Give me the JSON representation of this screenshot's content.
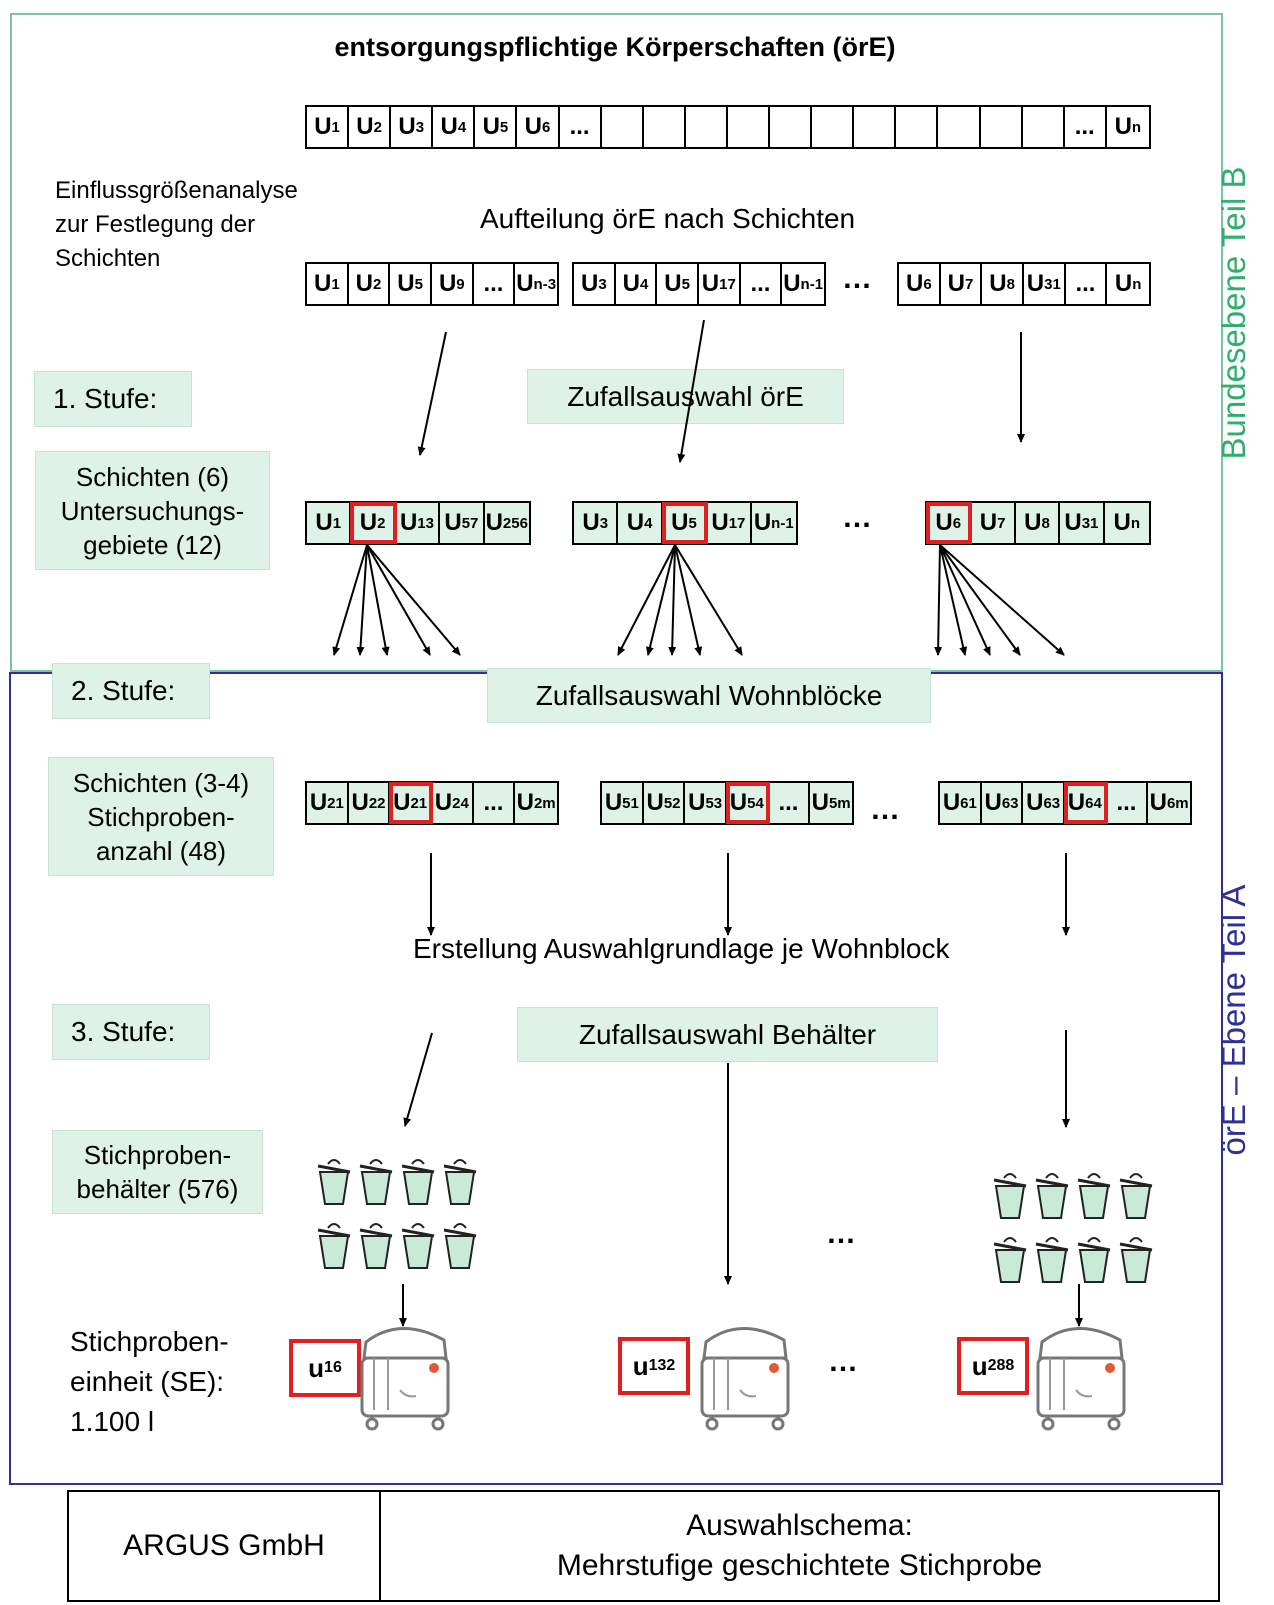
{
  "title": "entsorgungspflichtige Körperschaften (örE)",
  "side_labels": {
    "top": "Bundesebene  Teil B",
    "bottom": "örE – Ebene Teil A"
  },
  "influence_analysis": "Einflussgrößenanalyse\nzur Festlegung der\nSchichten",
  "split_label": "Aufteilung örE nach Schichten",
  "stages": {
    "stage1": "1. Stufe:",
    "stage2": "2. Stufe:",
    "stage3": "3. Stufe:"
  },
  "stage_boxes": {
    "s1": "Schichten (6)\nUntersuchungs-\ngebiete (12)",
    "s2": "Schichten (3-4)\nStichproben-\nanzahl (48)",
    "s3": "Stichproben-\nbehälter (576)"
  },
  "random_labels": {
    "r1": "Zufallsauswahl örE",
    "r2": "Zufallsauswahl Wohnblöcke",
    "r3": "Zufallsauswahl Behälter"
  },
  "erstellung": "Erstellung Auswahlgrundlage je Wohnblock",
  "sample_unit": "Stichproben-\neinheit (SE):\n1.100 l",
  "ellipsis": "…",
  "rows": {
    "top_all": [
      {
        "b": "U",
        "s": "1"
      },
      {
        "b": "U",
        "s": "2"
      },
      {
        "b": "U",
        "s": "3"
      },
      {
        "b": "U",
        "s": "4"
      },
      {
        "b": "U",
        "s": "5"
      },
      {
        "b": "U",
        "s": "6"
      },
      {
        "b": "...",
        "s": ""
      },
      {
        "b": "",
        "s": ""
      },
      {
        "b": "",
        "s": ""
      },
      {
        "b": "",
        "s": ""
      },
      {
        "b": "",
        "s": ""
      },
      {
        "b": "",
        "s": ""
      },
      {
        "b": "",
        "s": ""
      },
      {
        "b": "",
        "s": ""
      },
      {
        "b": "",
        "s": ""
      },
      {
        "b": "",
        "s": ""
      },
      {
        "b": "",
        "s": ""
      },
      {
        "b": "",
        "s": ""
      },
      {
        "b": "...",
        "s": ""
      },
      {
        "b": "U",
        "s": "n"
      }
    ],
    "strata_a": [
      {
        "b": "U",
        "s": "1"
      },
      {
        "b": "U",
        "s": "2"
      },
      {
        "b": "U",
        "s": "5"
      },
      {
        "b": "U",
        "s": "9"
      },
      {
        "b": "...",
        "s": ""
      },
      {
        "b": "U",
        "s": "n-3"
      }
    ],
    "strata_b": [
      {
        "b": "U",
        "s": "3"
      },
      {
        "b": "U",
        "s": "4"
      },
      {
        "b": "U",
        "s": "5"
      },
      {
        "b": "U",
        "s": "17"
      },
      {
        "b": "...",
        "s": ""
      },
      {
        "b": "U",
        "s": "n-1"
      }
    ],
    "strata_c": [
      {
        "b": "U",
        "s": "6"
      },
      {
        "b": "U",
        "s": "7"
      },
      {
        "b": "U",
        "s": "8"
      },
      {
        "b": "U",
        "s": "31"
      },
      {
        "b": "...",
        "s": ""
      },
      {
        "b": "U",
        "s": "n"
      }
    ],
    "s1_a": [
      {
        "b": "U",
        "s": "1"
      },
      {
        "b": "U",
        "s": "2",
        "sel": true
      },
      {
        "b": "U",
        "s": "13"
      },
      {
        "b": "U",
        "s": "57"
      },
      {
        "b": "U",
        "s": "256"
      }
    ],
    "s1_b": [
      {
        "b": "U",
        "s": "3"
      },
      {
        "b": "U",
        "s": "4"
      },
      {
        "b": "U",
        "s": "5",
        "sel": true
      },
      {
        "b": "U",
        "s": "17"
      },
      {
        "b": "U",
        "s": "n-1"
      }
    ],
    "s1_c": [
      {
        "b": "U",
        "s": "6",
        "sel": true
      },
      {
        "b": "U",
        "s": "7"
      },
      {
        "b": "U",
        "s": "8"
      },
      {
        "b": "U",
        "s": "31"
      },
      {
        "b": "U",
        "s": "n"
      }
    ],
    "s2_a": [
      {
        "b": "U",
        "s": "21"
      },
      {
        "b": "U",
        "s": "22"
      },
      {
        "b": "U",
        "s": "21",
        "sel": true
      },
      {
        "b": "U",
        "s": "24"
      },
      {
        "b": "...",
        "s": ""
      },
      {
        "b": "U",
        "s": "2m"
      }
    ],
    "s2_b": [
      {
        "b": "U",
        "s": "51"
      },
      {
        "b": "U",
        "s": "52"
      },
      {
        "b": "U",
        "s": "53"
      },
      {
        "b": "U",
        "s": "54",
        "sel": true
      },
      {
        "b": "...",
        "s": ""
      },
      {
        "b": "U",
        "s": "5m"
      }
    ],
    "s2_c": [
      {
        "b": "U",
        "s": "61"
      },
      {
        "b": "U",
        "s": "63"
      },
      {
        "b": "U",
        "s": "63"
      },
      {
        "b": "U",
        "s": "64",
        "sel": true
      },
      {
        "b": "...",
        "s": ""
      },
      {
        "b": "U",
        "s": "6m"
      }
    ]
  },
  "selected_units": [
    {
      "b": "u",
      "s": "16"
    },
    {
      "b": "u",
      "s": "132"
    },
    {
      "b": "u",
      "s": "288"
    }
  ],
  "footer": {
    "company": "ARGUS GmbH",
    "line1": "Auswahlschema:",
    "line2": "Mehrstufige geschichtete Stichprobe"
  },
  "colors": {
    "green_fill": "#dff2e8",
    "frame_b": "#7cc4a2",
    "frame_a": "#2e3192",
    "highlight": "#e02020"
  }
}
